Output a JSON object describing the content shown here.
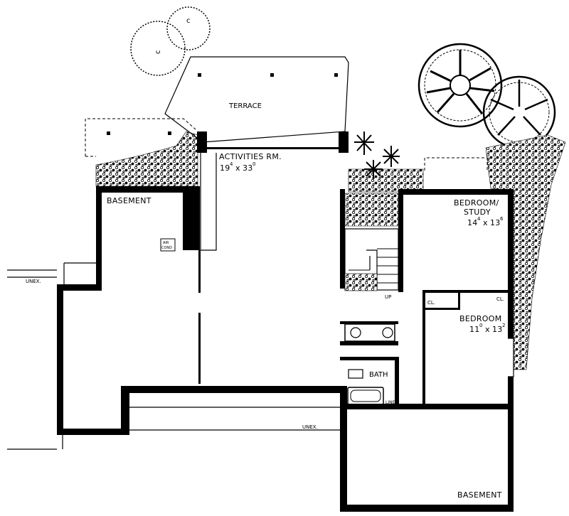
{
  "rooms": {
    "terrace": "TERRACE",
    "activities": "ACTIVITIES RM.",
    "activities_w": "19",
    "activities_wi": "4",
    "activities_l": "33",
    "activities_li": "0",
    "basement_nw": "BASEMENT",
    "basement_se": "BASEMENT",
    "bedroom_study_1": "BEDROOM/",
    "bedroom_study_2": "STUDY",
    "bedroom_study_w": "14",
    "bedroom_study_wi": "4",
    "bedroom_study_l": "13",
    "bedroom_study_li": "6",
    "bedroom": "BEDROOM",
    "bedroom_w": "11",
    "bedroom_wi": "0",
    "bedroom_l": "13",
    "bedroom_li": "2",
    "bath": "BATH"
  },
  "labels": {
    "air_cond_1": "AIR",
    "air_cond_2": "COND",
    "unex_west": "UNEX.",
    "unex_south": "UNEX.",
    "closet_1": "CL.",
    "closet_2": "CL.",
    "linen": "LINEN",
    "stair_up": "UP",
    "dim_x": "x"
  }
}
